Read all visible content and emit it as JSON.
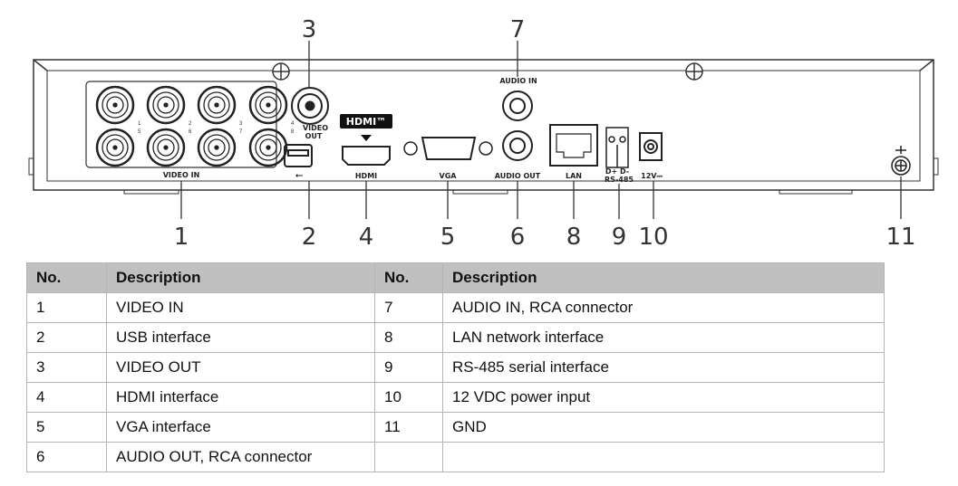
{
  "diagram": {
    "title": "DVR rear panel",
    "panel_labels": {
      "video_in": "VIDEO IN",
      "video_out": [
        "VIDEO",
        "OUT"
      ],
      "hdmi_logo": "HDMI™",
      "hdmi": "HDMI",
      "vga": "VGA",
      "audio_in": "AUDIO IN",
      "audio_out": "AUDIO OUT",
      "lan": "LAN",
      "rs485_pins": "D+ D-",
      "rs485": "RS-485",
      "power": "12V⎓",
      "channel_numbers": [
        "1",
        "5",
        "2",
        "6",
        "3",
        "7",
        "4",
        "8"
      ]
    },
    "callouts": [
      "1",
      "2",
      "3",
      "4",
      "5",
      "6",
      "7",
      "8",
      "9",
      "10",
      "11"
    ],
    "icons": [
      "bnc-connector-icon",
      "usb-icon",
      "hdmi-port-icon",
      "vga-port-icon",
      "rca-connector-icon",
      "rj45-port-icon",
      "terminal-block-icon",
      "dc-jack-icon",
      "ground-screw-icon"
    ]
  },
  "table": {
    "headers": [
      "No.",
      "Description",
      "No.",
      "Description"
    ],
    "rows": [
      [
        "1",
        "VIDEO IN",
        "7",
        "AUDIO IN, RCA connector"
      ],
      [
        "2",
        "USB interface",
        "8",
        "LAN network interface"
      ],
      [
        "3",
        "VIDEO OUT",
        "9",
        "RS-485 serial interface"
      ],
      [
        "4",
        "HDMI interface",
        "10",
        "12 VDC power input"
      ],
      [
        "5",
        "VGA interface",
        "11",
        "GND"
      ],
      [
        "6",
        "AUDIO OUT, RCA connector",
        "",
        ""
      ]
    ]
  }
}
